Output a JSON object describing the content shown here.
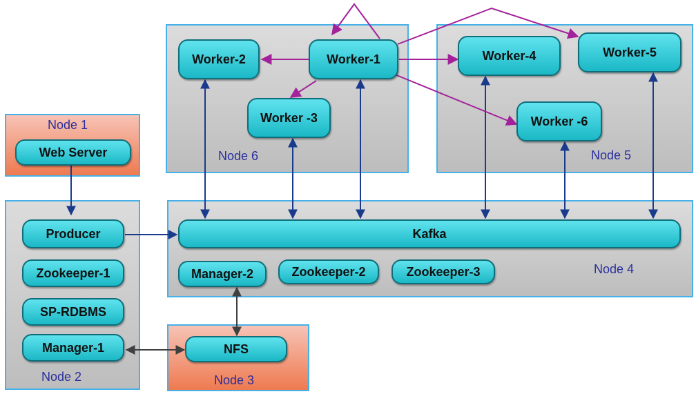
{
  "nodes": {
    "node1": "Node 1",
    "node2": "Node 2",
    "node3": "Node 3",
    "node4": "Node 4",
    "node5": "Node 5",
    "node6": "Node 6"
  },
  "components": {
    "web_server": "Web Server",
    "producer": "Producer",
    "zookeeper1": "Zookeeper-1",
    "sp_rdbms": "SP-RDBMS",
    "manager1": "Manager-1",
    "nfs": "NFS",
    "kafka": "Kafka",
    "manager2": "Manager-2",
    "zookeeper2": "Zookeeper-2",
    "zookeeper3": "Zookeeper-3",
    "worker1": "Worker-1",
    "worker2": "Worker-2",
    "worker3": "Worker -3",
    "worker4": "Worker-4",
    "worker5": "Worker-5",
    "worker6": "Worker -6"
  },
  "colors": {
    "data_link": "#1a3a8c",
    "worker_link": "#a3219a",
    "nfs_link": "#404040"
  }
}
